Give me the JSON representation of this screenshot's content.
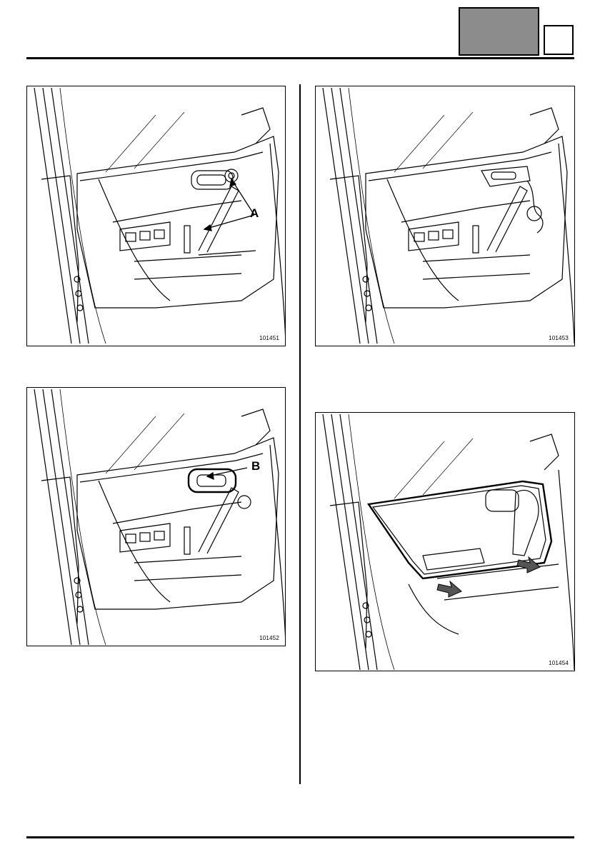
{
  "figures": [
    {
      "ref": "101451",
      "callout": "A"
    },
    {
      "ref": "101452",
      "callout": "B"
    },
    {
      "ref": "101453"
    },
    {
      "ref": "101454"
    }
  ]
}
